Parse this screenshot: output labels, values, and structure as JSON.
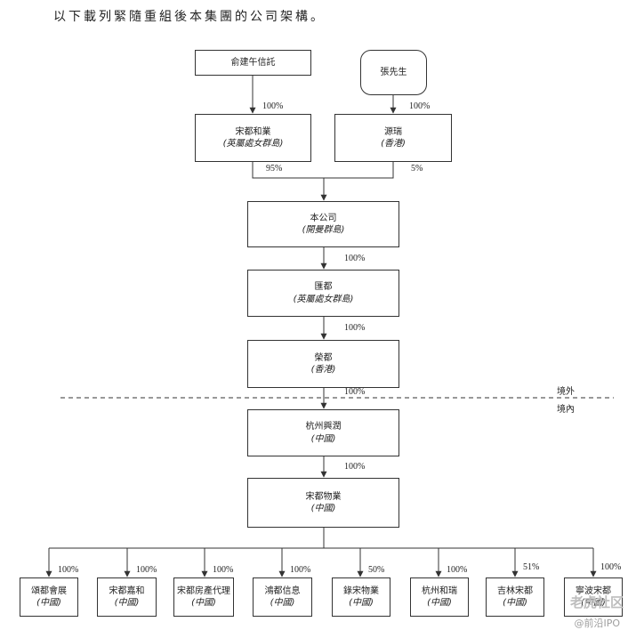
{
  "intro": "以下載列緊隨重組後本集團的公司架構。",
  "top_left": {
    "name": "俞建午信託"
  },
  "top_right": {
    "name": "張先生"
  },
  "l2_left": {
    "name": "宋都和業",
    "sub": "(英屬處女群島)"
  },
  "l2_right": {
    "name": "源瑞",
    "sub": "(香港)"
  },
  "company": {
    "name": "本公司",
    "sub": "(開曼群島)"
  },
  "huidu": {
    "name": "匯都",
    "sub": "(英屬處女群島)"
  },
  "yingdu": {
    "name": "榮都",
    "sub": "(香港)"
  },
  "xingrun": {
    "name": "杭州興潤",
    "sub": "(中國)"
  },
  "wuye": {
    "name": "宋都物業",
    "sub": "(中國)"
  },
  "subsidiaries": [
    {
      "name": "頌都會展",
      "sub": "(中國)",
      "pct": "100%"
    },
    {
      "name": "宋都嘉和",
      "sub": "(中國)",
      "pct": "100%"
    },
    {
      "name": "宋都房產代理",
      "sub": "(中國)",
      "pct": "100%"
    },
    {
      "name": "鴻都信息",
      "sub": "(中國)",
      "pct": "100%"
    },
    {
      "name": "錄宋物業",
      "sub": "(中國)",
      "pct": "50%"
    },
    {
      "name": "杭州和瑞",
      "sub": "(中國)",
      "pct": "100%"
    },
    {
      "name": "吉林宋都",
      "sub": "(中國)",
      "pct": "51%"
    },
    {
      "name": "寧波宋都",
      "sub": "(中國)",
      "pct": "100%"
    }
  ],
  "pcts": {
    "trust_to_heye": "100%",
    "zhang_to_yuanrui": "100%",
    "heye_to_company": "95%",
    "yuanrui_to_company": "5%",
    "company_to_huidu": "100%",
    "huidu_to_yingdu": "100%",
    "yingdu_to_xingrun": "100%",
    "xingrun_to_wuye": "100%"
  },
  "zones": {
    "offshore": "境外",
    "onshore": "境內"
  },
  "watermark": {
    "line1": "老虎社区",
    "line2": "@前沿IPO"
  }
}
